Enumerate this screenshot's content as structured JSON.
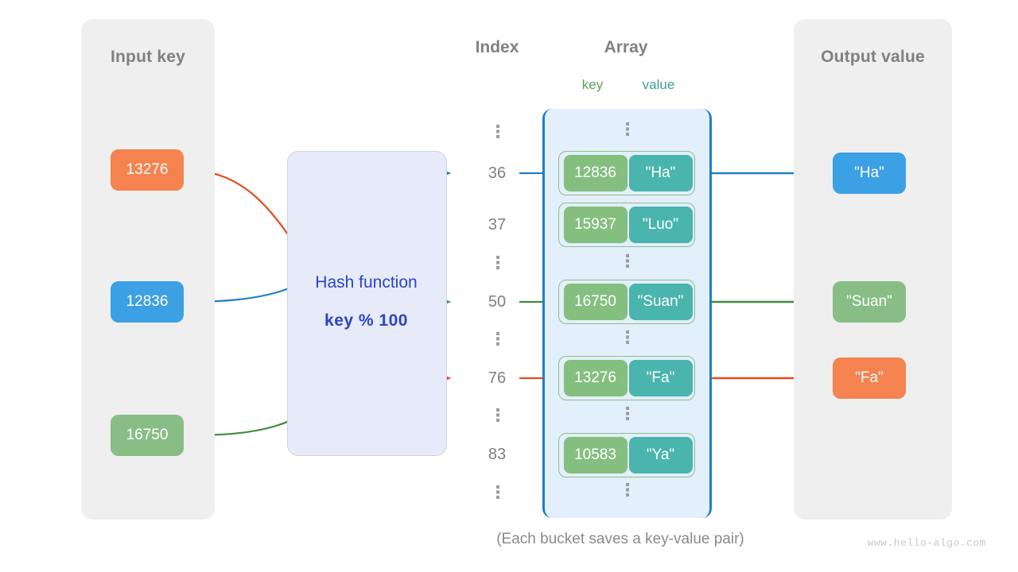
{
  "panels": {
    "input": {
      "title": "Input key"
    },
    "output": {
      "title": "Output value"
    }
  },
  "headings": {
    "index": "Index",
    "array": "Array",
    "key": "key",
    "value": "value"
  },
  "hash_function": {
    "label": "Hash function",
    "formula": "key % 100"
  },
  "input_keys": [
    {
      "label": "13276",
      "color": "#f4834f"
    },
    {
      "label": "12836",
      "color": "#3ba0e4"
    },
    {
      "label": "16750",
      "color": "#88be85"
    }
  ],
  "output_values": [
    {
      "label": "\"Ha\"",
      "color": "#3ba0e4"
    },
    {
      "label": "\"Suan\"",
      "color": "#88be85"
    },
    {
      "label": "\"Fa\"",
      "color": "#f4834f"
    }
  ],
  "index_column": [
    {
      "type": "dots",
      "label": "⋮"
    },
    {
      "type": "index",
      "label": "36"
    },
    {
      "type": "index",
      "label": "37"
    },
    {
      "type": "dots",
      "label": "⋮"
    },
    {
      "type": "index",
      "label": "50"
    },
    {
      "type": "dots",
      "label": "⋮"
    },
    {
      "type": "index",
      "label": "76"
    },
    {
      "type": "dots",
      "label": "⋮"
    },
    {
      "type": "index",
      "label": "83"
    },
    {
      "type": "dots",
      "label": "⋮"
    }
  ],
  "buckets": [
    {
      "key": "12836",
      "value": "\"Ha\""
    },
    {
      "key": "15937",
      "value": "\"Luo\""
    },
    {
      "key": "16750",
      "value": "\"Suan\""
    },
    {
      "key": "13276",
      "value": "\"Fa\""
    },
    {
      "key": "10583",
      "value": "\"Ya\""
    }
  ],
  "array_dots": [
    "⋮",
    "⋮",
    "⋮",
    "⋮"
  ],
  "footer": {
    "caption": "(Each bucket saves a key-value pair)",
    "watermark": "www.hello-algo.com"
  },
  "colors": {
    "panel_bg": "#efefef",
    "array_bg": "#e3effa",
    "array_border": "#1f7fc4",
    "hash_bg": "#e7eaf8",
    "hash_text": "#2b44c7",
    "bucket_key": "#84bf7f",
    "bucket_value": "#49b5ad",
    "wire_blue": "#1f7fc4",
    "wire_green": "#4c9a4c",
    "wire_orange": "#e8491b"
  }
}
